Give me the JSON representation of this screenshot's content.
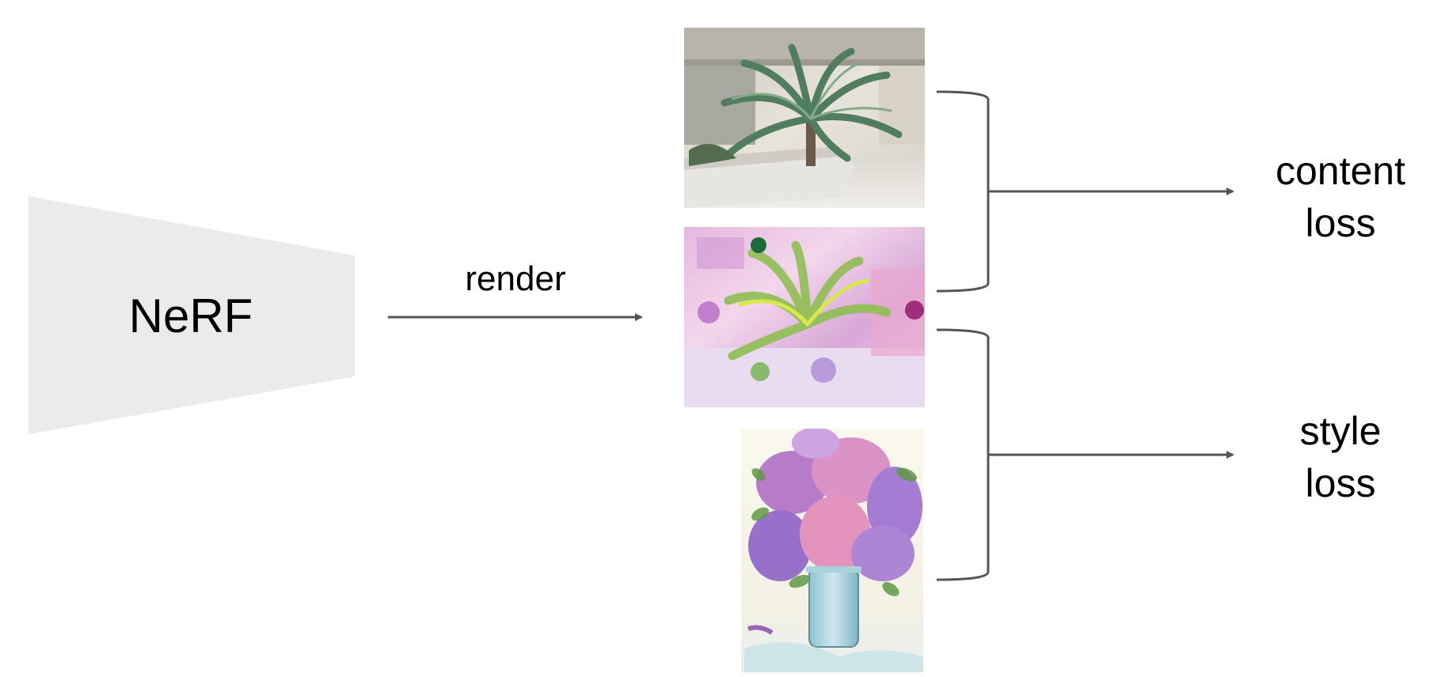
{
  "model": {
    "label": "NeRF"
  },
  "render_arrow": {
    "label": "render"
  },
  "content_loss": {
    "line1": "content",
    "line2": "loss"
  },
  "style_loss": {
    "line1": "style",
    "line2": "loss"
  },
  "colors": {
    "block_fill": "#ebebeb",
    "line": "#555555",
    "text": "#000000",
    "background": "#ffffff"
  },
  "images": [
    {
      "name": "content-photo",
      "depicts": "palm plant photo"
    },
    {
      "name": "stylized-render",
      "depicts": "stylized rendered view"
    },
    {
      "name": "style-painting",
      "depicts": "watercolor lilac painting"
    }
  ]
}
